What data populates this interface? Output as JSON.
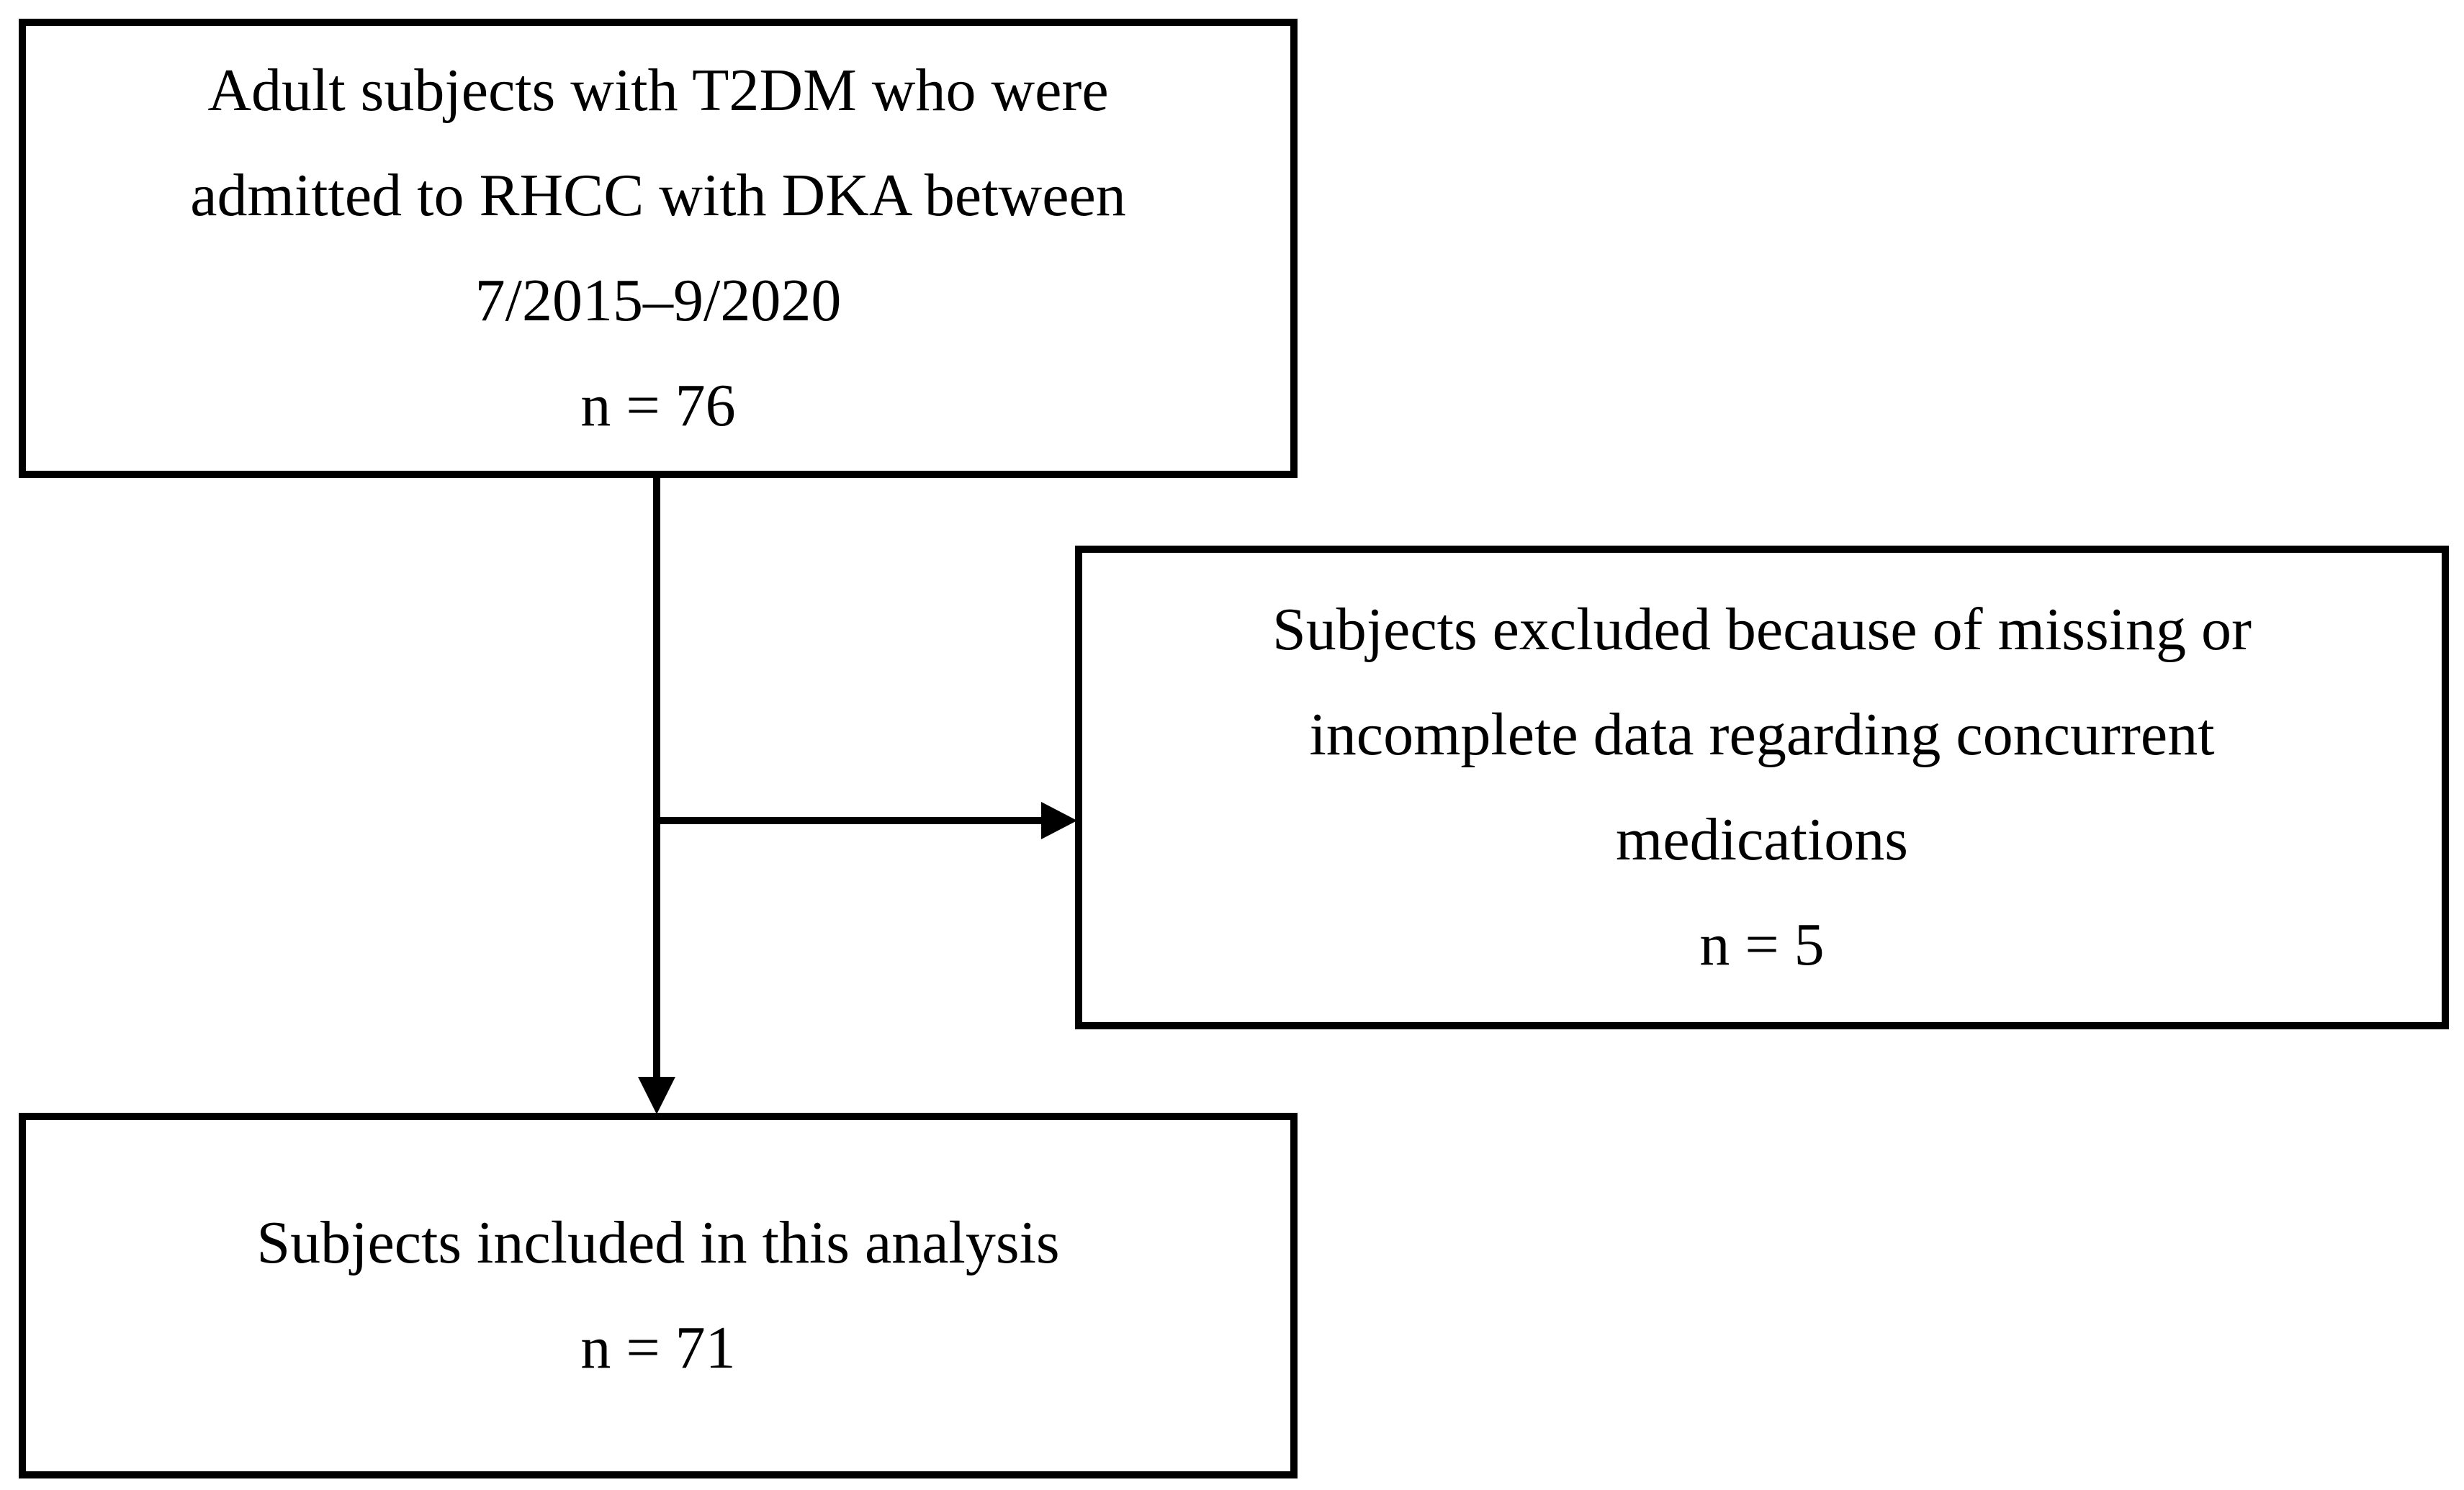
{
  "nodes": {
    "enrolled": {
      "lines": [
        "Adult subjects with T2DM who were",
        "admitted to RHCC with DKA between",
        "7/2015–9/2020",
        "n = 76"
      ]
    },
    "excluded": {
      "lines": [
        "Subjects excluded because of missing or",
        "incomplete data regarding concurrent",
        "medications",
        "n = 5"
      ]
    },
    "included": {
      "lines": [
        "Subjects included in this analysis",
        "n = 71"
      ]
    }
  },
  "edges": [
    {
      "from": "enrolled",
      "to": "included"
    },
    {
      "from": "enrolled",
      "to": "excluded"
    }
  ],
  "colors": {
    "stroke": "#000000",
    "background": "#ffffff"
  }
}
